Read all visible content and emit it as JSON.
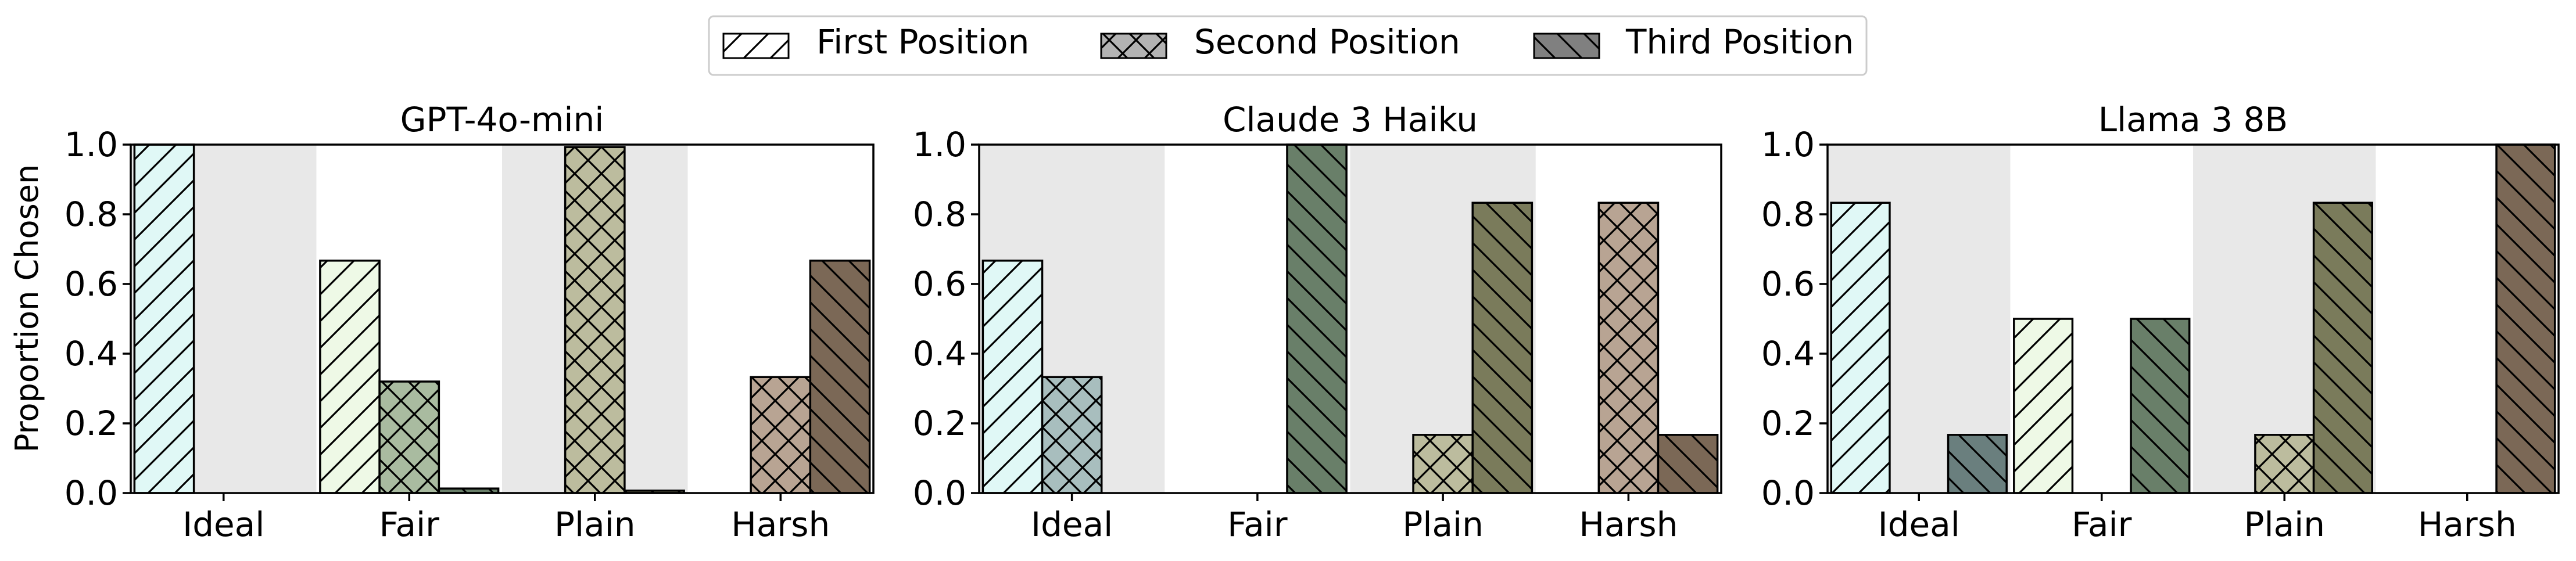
{
  "legend": {
    "items": [
      {
        "label": "First Position",
        "pattern": "diag-forward",
        "color": "#ffffff"
      },
      {
        "label": "Second Position",
        "pattern": "crosshatch",
        "color": "#b3b3b3"
      },
      {
        "label": "Third Position",
        "pattern": "diag-back",
        "color": "#808080"
      }
    ],
    "placement": "top-center"
  },
  "shared": {
    "ylabel": "Proportion Chosen",
    "ylim": [
      0,
      1.0
    ],
    "yticks": [
      "0.0",
      "0.2",
      "0.4",
      "0.6",
      "0.8",
      "1.0"
    ],
    "categories": [
      "Ideal",
      "Fair",
      "Plain",
      "Harsh"
    ],
    "shaded_categories": [
      0,
      2
    ]
  },
  "chart_data": [
    {
      "type": "bar",
      "title": "GPT-4o-mini",
      "categories": [
        "Ideal",
        "Fair",
        "Plain",
        "Harsh"
      ],
      "series": [
        {
          "name": "First Position",
          "values": [
            1.0,
            0.667,
            0.0,
            0.0
          ]
        },
        {
          "name": "Second Position",
          "values": [
            0.0,
            0.32,
            0.993,
            0.333
          ]
        },
        {
          "name": "Third Position",
          "values": [
            0.0,
            0.013,
            0.007,
            0.667
          ]
        }
      ],
      "colors": {
        "first": [
          "#e0f8f6",
          "#eef9e6",
          "#eaf0dc",
          "#e6ddd4"
        ],
        "second": [
          "#a8bebe",
          "#a9bba0",
          "#bcbc9e",
          "#b8a493"
        ],
        "third": [
          "#6a7f7e",
          "#697f69",
          "#7a7b5b",
          "#7b6856"
        ]
      },
      "ylabel": "Proportion Chosen",
      "ylim": [
        0,
        1.0
      ]
    },
    {
      "type": "bar",
      "title": "Claude 3 Haiku",
      "categories": [
        "Ideal",
        "Fair",
        "Plain",
        "Harsh"
      ],
      "series": [
        {
          "name": "First Position",
          "values": [
            0.667,
            0.0,
            0.0,
            0.0
          ]
        },
        {
          "name": "Second Position",
          "values": [
            0.333,
            0.0,
            0.167,
            0.833
          ]
        },
        {
          "name": "Third Position",
          "values": [
            0.0,
            1.0,
            0.833,
            0.167
          ]
        }
      ],
      "colors": {
        "first": [
          "#e0f8f6",
          "#eef9e6",
          "#eaf0dc",
          "#e6ddd4"
        ],
        "second": [
          "#a8bebe",
          "#a9bba0",
          "#bcbc9e",
          "#b8a493"
        ],
        "third": [
          "#6a7f7e",
          "#697f69",
          "#7a7b5b",
          "#7b6856"
        ]
      },
      "ylabel": "",
      "ylim": [
        0,
        1.0
      ]
    },
    {
      "type": "bar",
      "title": "Llama 3 8B",
      "categories": [
        "Ideal",
        "Fair",
        "Plain",
        "Harsh"
      ],
      "series": [
        {
          "name": "First Position",
          "values": [
            0.833,
            0.5,
            0.0,
            0.0
          ]
        },
        {
          "name": "Second Position",
          "values": [
            0.0,
            0.0,
            0.167,
            0.0
          ]
        },
        {
          "name": "Third Position",
          "values": [
            0.167,
            0.5,
            0.833,
            1.0
          ]
        }
      ],
      "colors": {
        "first": [
          "#e0f8f6",
          "#eef9e6",
          "#eaf0dc",
          "#e6ddd4"
        ],
        "second": [
          "#a8bebe",
          "#a9bba0",
          "#bcbc9e",
          "#b8a493"
        ],
        "third": [
          "#6a7f7e",
          "#697f69",
          "#7a7b5b",
          "#7b6856"
        ]
      },
      "ylabel": "",
      "ylim": [
        0,
        1.0
      ]
    }
  ]
}
